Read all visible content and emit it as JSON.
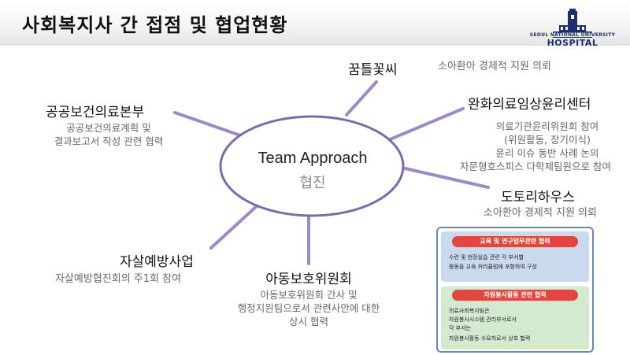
{
  "title": "사회복지사 간 접점 및 협업현황",
  "logo": {
    "line1": "SEOUL NATIONAL UNIVERSITY",
    "line2": "HOSPITAL",
    "brand_color": "#1d2f6f"
  },
  "center": {
    "title": "Team Approach",
    "subtitle": "협진"
  },
  "nodes": [
    {
      "id": "kumteul",
      "title": "꿈틀꽃씨",
      "desc": [
        "소아환아 경제적 지원 의뢰"
      ]
    },
    {
      "id": "palliative",
      "title": "완화의료임상윤리센터",
      "desc": [
        "의료기관윤리위원회 참여",
        "(위원활동, 장기이식)",
        "윤리 이슈 동반 사례 논의",
        "자문형호스피스 다학제팀원으로 참여"
      ]
    },
    {
      "id": "dotori",
      "title": "도토리하우스",
      "desc": [
        "소아환아 경제적 지원 의뢰"
      ]
    },
    {
      "id": "public_health",
      "title": "공공보건의료본부",
      "desc": [
        "공공보건의료계획 및",
        "결과보고서 작성 관련 협력"
      ]
    },
    {
      "id": "suicide",
      "title": "자살예방사업",
      "desc": [
        "자살예방협진회의 주1회 참여"
      ]
    },
    {
      "id": "child",
      "title": "아동보호위원회",
      "desc": [
        "아동보호위원회 간사 및",
        "행정지원팀으로서 관련사안에 대한",
        "상시 협력"
      ]
    }
  ],
  "panel": {
    "section1": {
      "badge": "교육 및 연구업무관련 협력",
      "lines": [
        "수련 및 현장실습 관련 각 부서별",
        "활동을 교육 커리큘럼에 포함하여 구성"
      ]
    },
    "section2": {
      "badge": "자원봉사활동 관련 협력",
      "lines": [
        "의료사회복지팀은",
        "자원봉사시스템 관리부서로서",
        "각 부서는",
        "자원봉사활동 수요처로서 상호 협력"
      ]
    }
  },
  "colors": {
    "spoke": "#9c8ac4",
    "ellipse_stroke": "#7d6aa8",
    "panel_border": "#6d86b6",
    "badge": "#e0473f"
  }
}
